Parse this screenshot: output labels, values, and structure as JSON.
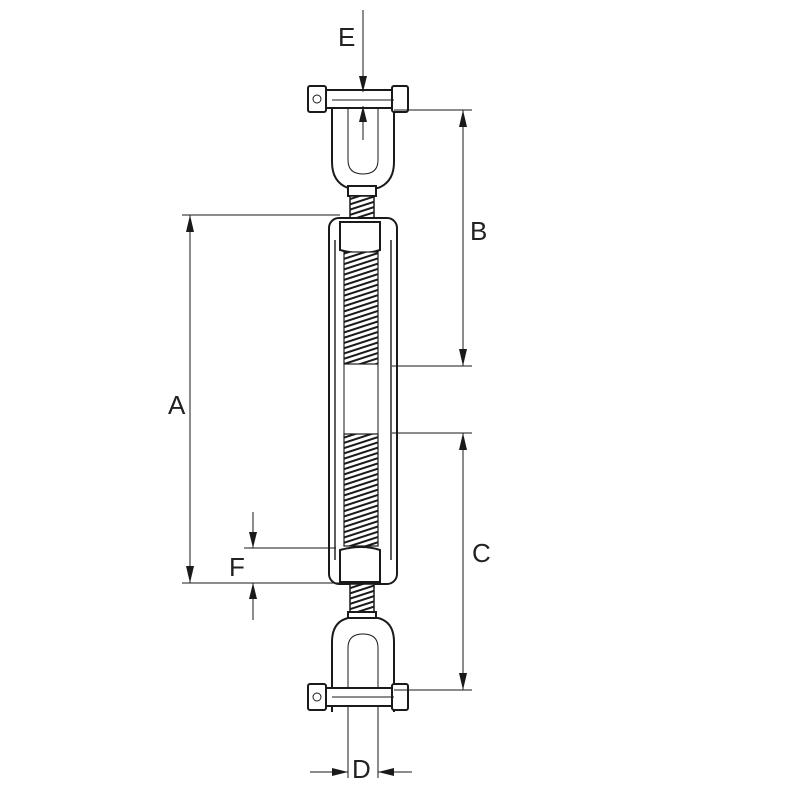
{
  "diagram": {
    "labels": {
      "a": "A",
      "b": "B",
      "c": "C",
      "d": "D",
      "e": "E",
      "f": "F"
    }
  },
  "colors": {
    "line": "#1a1a1a",
    "background": "#ffffff"
  }
}
